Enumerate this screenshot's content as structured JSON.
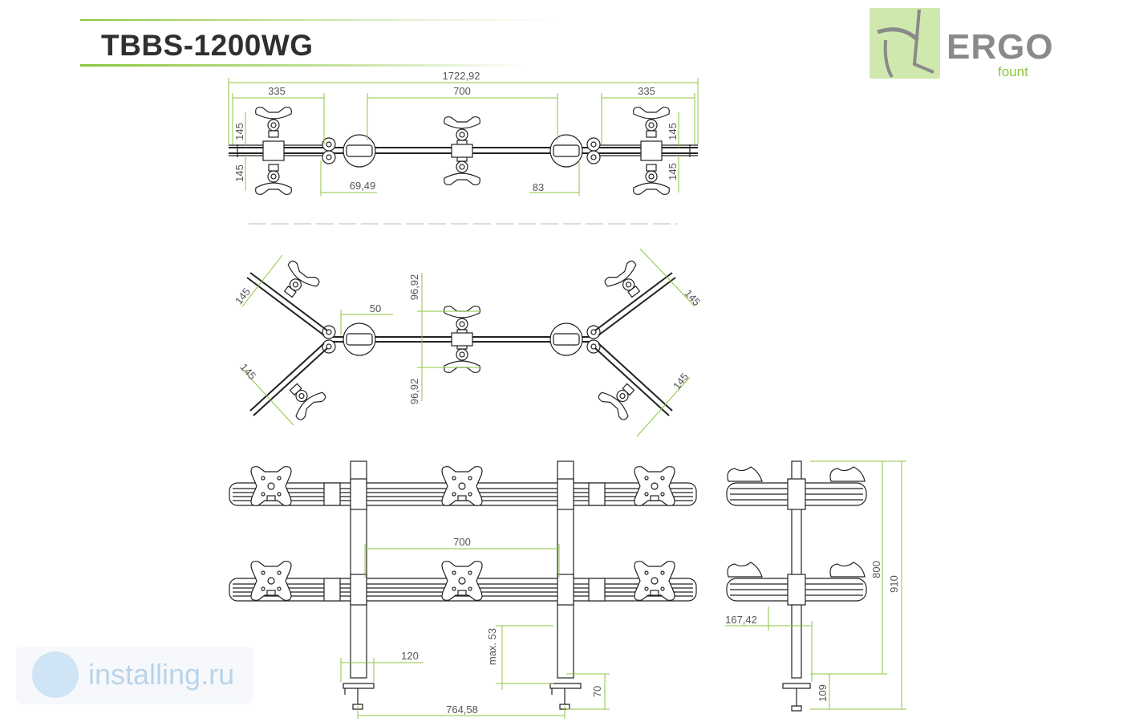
{
  "header": {
    "title": "TBBS-1200WG"
  },
  "logo": {
    "word": "ERGO",
    "sub": "fount"
  },
  "watermark": {
    "text": "installing.ru"
  },
  "dimensions": {
    "top_view": {
      "total_width": "1722,92",
      "left_span": "335",
      "center_span": "700",
      "right_span": "335",
      "left_top_offset": "145",
      "left_bottom_offset": "145",
      "right_top_offset": "145",
      "right_bottom_offset": "145",
      "left_joint": "69,49",
      "right_joint": "83"
    },
    "angled_view": {
      "arm_top_left": "145",
      "arm_bottom_left": "145",
      "arm_top_right": "145",
      "arm_bottom_right": "145",
      "joint_gap": "50",
      "upper_offset": "96,92",
      "lower_offset": "96,92"
    },
    "front_view": {
      "center_span": "700",
      "clamp_width": "120",
      "max_thickness": "max. 53",
      "clamp_height": "70",
      "pole_spacing": "764,58"
    },
    "side_view": {
      "depth": "167,42",
      "height_total": "910",
      "height_upper": "800",
      "base_height": "109"
    }
  },
  "colors": {
    "accent": "#8cc63f",
    "line": "#222222",
    "title": "#2f2f2f",
    "logo_grey": "#8a8a8a",
    "watermark": "#b9d4ea"
  }
}
